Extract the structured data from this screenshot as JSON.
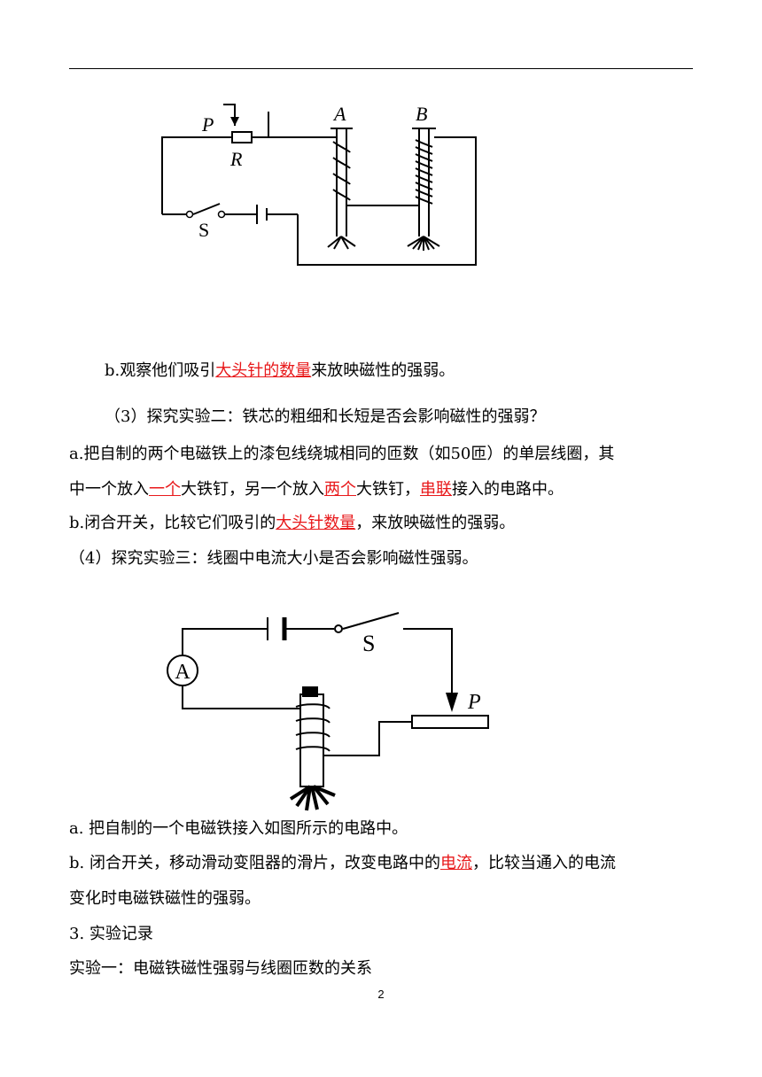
{
  "figure1": {
    "labels": {
      "p": "P",
      "r": "R",
      "a": "A",
      "b": "B",
      "s": "S"
    }
  },
  "figure2": {
    "labels": {
      "ammeter": "A",
      "s": "S",
      "p": "P"
    }
  },
  "colors": {
    "answer": "#e8191b",
    "text": "#000000"
  },
  "lines": [
    {
      "id": "l1",
      "parts": [
        {
          "t": "b.观察他们吸引"
        },
        {
          "t": "大头针的数量",
          "ans": true
        },
        {
          "t": "来放映磁性的强弱。"
        }
      ]
    },
    {
      "id": "l2",
      "parts": [
        {
          "t": "（3）探究实验二：铁芯的粗细和长短是否会影响磁性的强弱？"
        }
      ]
    },
    {
      "id": "l3",
      "parts": [
        {
          "t": "a.把自制的两个电磁铁上的漆包线绕城相同的匝数（如50匝）的单层线圈，其"
        }
      ]
    },
    {
      "id": "l4",
      "parts": [
        {
          "t": "中一个放入"
        },
        {
          "t": "一个",
          "ans": true
        },
        {
          "t": "大铁钉，另一个放入"
        },
        {
          "t": "两个",
          "ans": true
        },
        {
          "t": "大铁钉，"
        },
        {
          "t": "串联",
          "ans": true
        },
        {
          "t": "接入的电路中。"
        }
      ]
    },
    {
      "id": "l5",
      "parts": [
        {
          "t": "b.闭合开关，比较它们吸引的"
        },
        {
          "t": "大头针数量",
          "ans": true
        },
        {
          "t": "，来放映磁性的强弱。"
        }
      ]
    },
    {
      "id": "l6",
      "parts": [
        {
          "t": "（4）探究实验三：线圈中电流大小是否会影响磁性强弱。"
        }
      ]
    },
    {
      "id": "l7",
      "parts": [
        {
          "t": "a. 把自制的一个电磁铁接入如图所示的电路中。"
        }
      ]
    },
    {
      "id": "l8",
      "parts": [
        {
          "t": "b. 闭合开关，移动滑动变阻器的滑片，改变电路中的"
        },
        {
          "t": "电流",
          "ans": true
        },
        {
          "t": "，比较当通入的电流"
        }
      ]
    },
    {
      "id": "l9",
      "parts": [
        {
          "t": "变化时电磁铁磁性的强弱。"
        }
      ]
    },
    {
      "id": "l10",
      "parts": [
        {
          "t": "3. 实验记录"
        }
      ]
    },
    {
      "id": "l11",
      "parts": [
        {
          "t": "实验一：电磁铁磁性强弱与线圈匝数的关系"
        }
      ]
    }
  ],
  "page_number": "2"
}
